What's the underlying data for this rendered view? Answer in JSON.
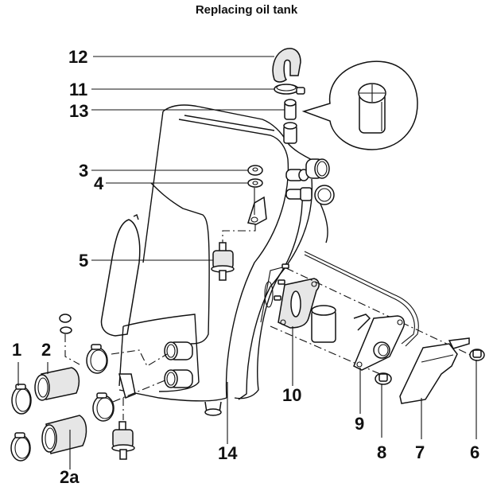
{
  "title": "Replacing oil tank",
  "callouts": [
    {
      "id": "12",
      "label": "12",
      "part": "breather-hose"
    },
    {
      "id": "11",
      "label": "11",
      "part": "hose-clamp-top"
    },
    {
      "id": "13",
      "label": "13",
      "part": "filler-sleeve"
    },
    {
      "id": "3",
      "label": "3",
      "part": "nut"
    },
    {
      "id": "4",
      "label": "4",
      "part": "washer"
    },
    {
      "id": "5",
      "label": "5",
      "part": "rubber-mount"
    },
    {
      "id": "1",
      "label": "1",
      "part": "hose-clamp"
    },
    {
      "id": "2",
      "label": "2",
      "part": "hose"
    },
    {
      "id": "2a",
      "label": "2a",
      "part": "hose-alt"
    },
    {
      "id": "14",
      "label": "14",
      "part": "oil-tank"
    },
    {
      "id": "10",
      "label": "10",
      "part": "gasket"
    },
    {
      "id": "9",
      "label": "9",
      "part": "cover-plate"
    },
    {
      "id": "8",
      "label": "8",
      "part": "flange-nut"
    },
    {
      "id": "7",
      "label": "7",
      "part": "heat-shield"
    },
    {
      "id": "6",
      "label": "6",
      "part": "flange-nut-right"
    }
  ],
  "detail_inset": {
    "part": "filler-sleeve-detail"
  }
}
